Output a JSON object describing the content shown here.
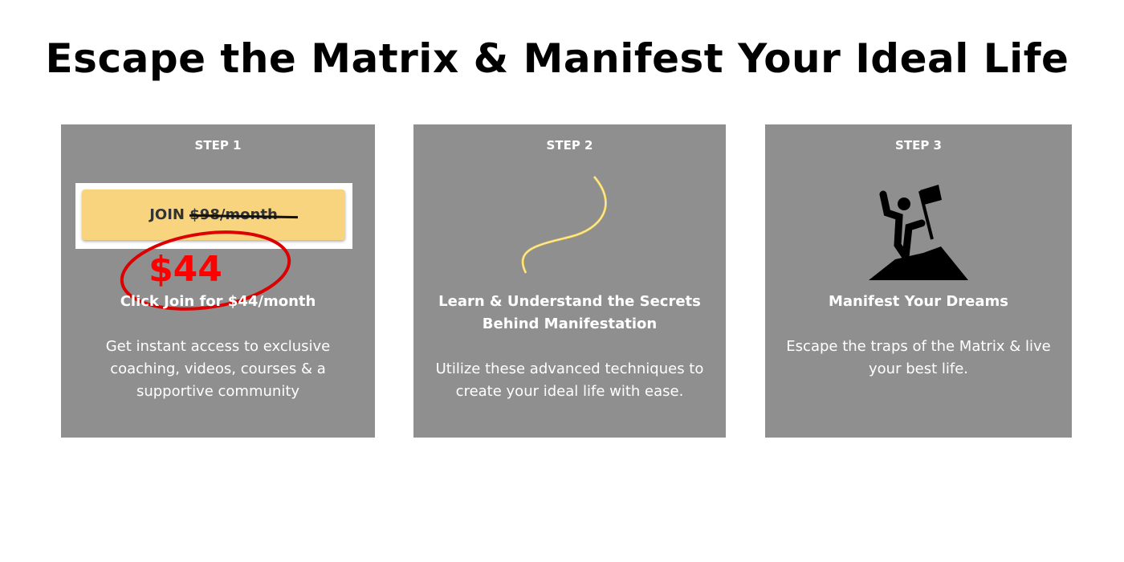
{
  "title": "Escape the Matrix & Manifest Your Ideal Life",
  "cards": [
    {
      "step": "STEP 1",
      "button_join": "JOIN",
      "button_old_price": "$98/month",
      "new_price": "$44",
      "title": "Click Join for $44/month",
      "description": "Get instant access to exclusive coaching, videos, courses & a supportive community"
    },
    {
      "step": "STEP 2",
      "title": "Learn & Understand the Secrets Behind Manifestation",
      "description": "Utilize these advanced techniques to create your ideal life with ease."
    },
    {
      "step": "STEP 3",
      "title": "Manifest Your Dreams",
      "description": "Escape the traps of the Matrix & live your best life."
    }
  ],
  "colors": {
    "card": "#8f8f8f",
    "button": "#f8d47f",
    "price": "#ff0000"
  }
}
